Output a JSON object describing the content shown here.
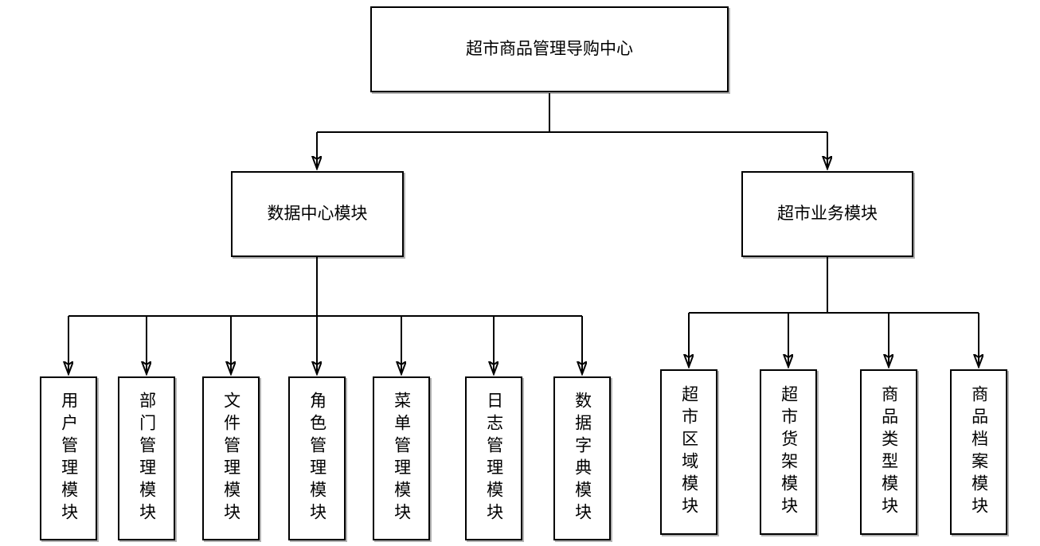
{
  "diagram": {
    "type": "org-chart",
    "root": {
      "label": "超市商品管理导购中心"
    },
    "branches": [
      {
        "label": "数据中心模块",
        "children": [
          {
            "label": "用户管理模块"
          },
          {
            "label": "部门管理模块"
          },
          {
            "label": "文件管理模块"
          },
          {
            "label": "角色管理模块"
          },
          {
            "label": "菜单管理模块"
          },
          {
            "label": "日志管理模块"
          },
          {
            "label": "数据字典模块"
          }
        ]
      },
      {
        "label": "超市业务模块",
        "children": [
          {
            "label": "超市区域模块"
          },
          {
            "label": "超市货架模块"
          },
          {
            "label": "商品类型模块"
          },
          {
            "label": "商品档案模块"
          }
        ]
      }
    ],
    "colors": {
      "box_border": "#000000",
      "box_fill": "#ffffff",
      "connector_line": "#000000",
      "text": "#000000",
      "background": "#ffffff"
    }
  }
}
